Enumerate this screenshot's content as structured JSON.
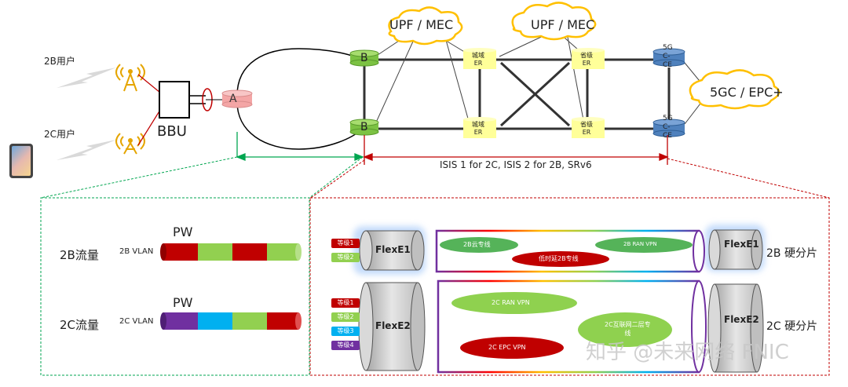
{
  "users": {
    "b2": "2B用户",
    "c2": "2C用户"
  },
  "bbu": "BBU",
  "nodes": {
    "a": "A",
    "b_top": "B",
    "b_bot": "B",
    "domain_top": [
      "城域",
      "ER"
    ],
    "domain_bot": [
      "城域",
      "ER"
    ],
    "prov_top": [
      "省级",
      "ER"
    ],
    "prov_bot": [
      "省级",
      "ER"
    ],
    "core_top": [
      "5G",
      "C-",
      "CE"
    ],
    "core_bot": [
      "5G",
      "C-",
      "CE"
    ]
  },
  "clouds": {
    "upf1": "UPF / MEC",
    "upf2": "UPF / MEC",
    "core": "5GC / EPC+"
  },
  "isis_label": "ISIS 1 for 2C, ISIS 2 for 2B, SRv6",
  "left_panel": {
    "pw1": "PW",
    "pw2": "PW",
    "traffic_2b": "2B流量",
    "traffic_2c": "2C流量",
    "vlan_2b": "2B VLAN",
    "vlan_2c": "2C VLAN",
    "colors": {
      "red": "#c00000",
      "green": "#92d050",
      "purple": "#7030a0",
      "blue": "#00b0f0"
    }
  },
  "right_panel": {
    "levels_top": [
      "等级1",
      "等级2"
    ],
    "levels_bot": [
      "等级1",
      "等级2",
      "等级3",
      "等级4"
    ],
    "flexe1_left": "FlexE1",
    "flexe2_left": "FlexE2",
    "flexe1_right": "FlexE1",
    "flexe2_right": "FlexE2",
    "slice_2b": "2B 硬分片",
    "slice_2c": "2C 硬分片",
    "svc_2b_cloud": "2B云专线",
    "svc_2b_ran": "2B RAN VPN",
    "svc_low_latency": "低时延2B专线",
    "svc_2c_ran": "2C RAN VPN",
    "svc_2c_epc": "2C EPC VPN",
    "svc_2c_l2": [
      "2C互联网二层专",
      "线"
    ]
  },
  "watermark": "知乎 @未来网络 FNIC"
}
